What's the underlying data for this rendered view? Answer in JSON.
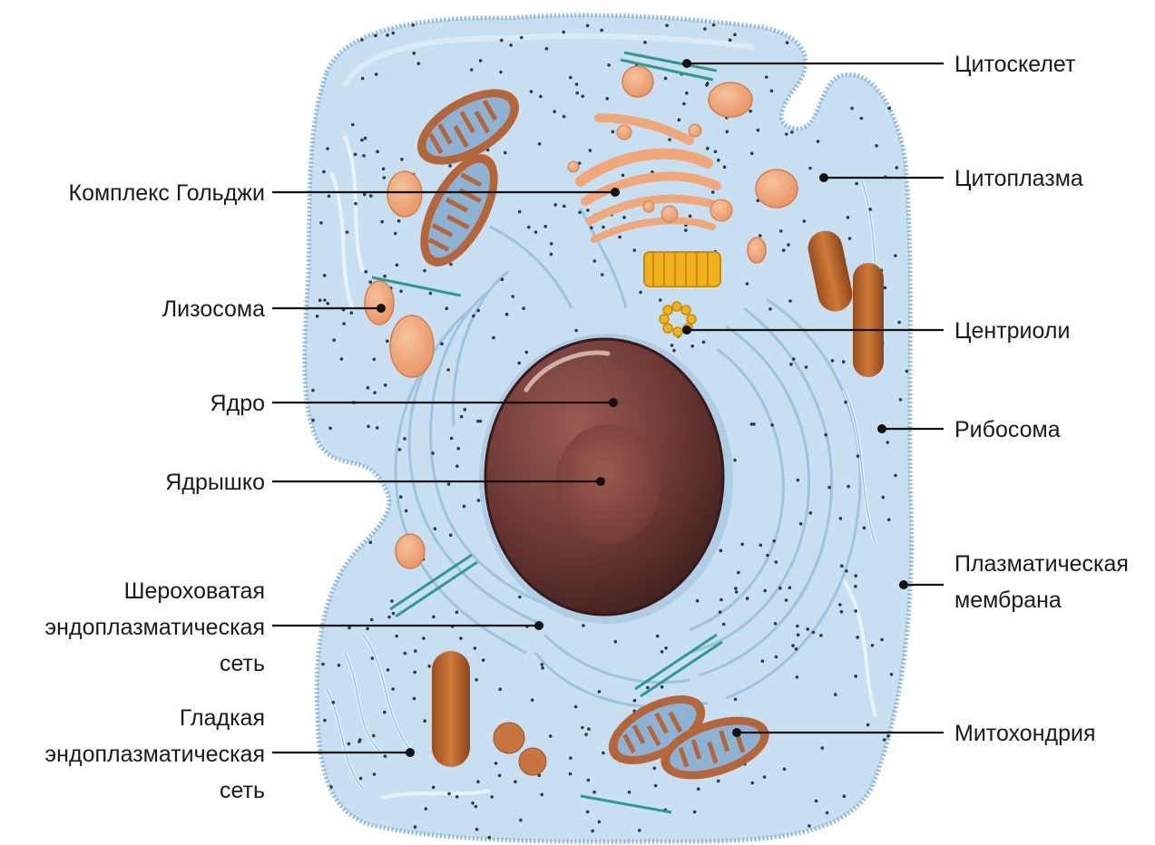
{
  "colors": {
    "cytoplasm": "#c7dff0",
    "membrane": "#8fb9d8",
    "organelle_orange": "#f0a77a",
    "mitochondrion_outer": "#b5653a",
    "nucleus": "#6e3a36",
    "nucleolus": "#8d4d45",
    "centriole": "#f2b21e",
    "cytoskeleton": "#2e9a8e"
  },
  "labels": {
    "cytoskeleton": "Цитоскелет",
    "golgi": "Комплекс Гольджи",
    "cytoplasm": "Цитоплазма",
    "lysosome": "Лизосома",
    "centrioles": "Центриоли",
    "nucleus": "Ядро",
    "ribosome": "Рибосома",
    "nucleolus": "Ядрышко",
    "plasma_membrane": [
      "Плазматическая",
      "мембрана"
    ],
    "rough_er": [
      "Шероховатая",
      "эндоплазматическая",
      "сеть"
    ],
    "smooth_er": [
      "Гладкая",
      "эндоплазматическая",
      "сеть"
    ],
    "mitochondrion": "Митохондрия"
  }
}
